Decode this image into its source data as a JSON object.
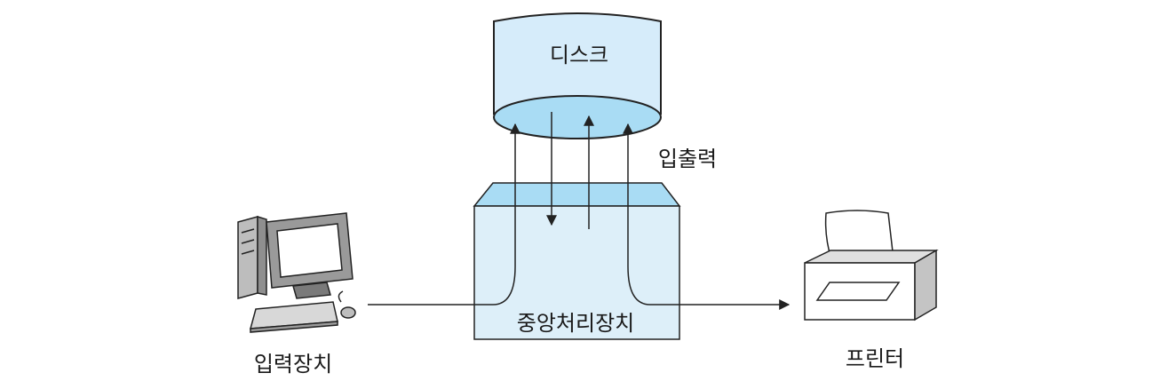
{
  "labels": {
    "disk": "디스크",
    "io": "입출력",
    "cpu": "중앙처리장치",
    "input_device": "입력장치",
    "printer": "프린터"
  },
  "icons": {
    "disk": "disk-cylinder-icon",
    "input_device": "desktop-computer-icon",
    "printer": "printer-icon"
  },
  "colors": {
    "disk_fill": "#d6ecfa",
    "disk_top": "#a9dcf4",
    "cpu_fill": "#ddeff9",
    "cpu_top": "#a9dcf4",
    "stroke": "#222222"
  }
}
